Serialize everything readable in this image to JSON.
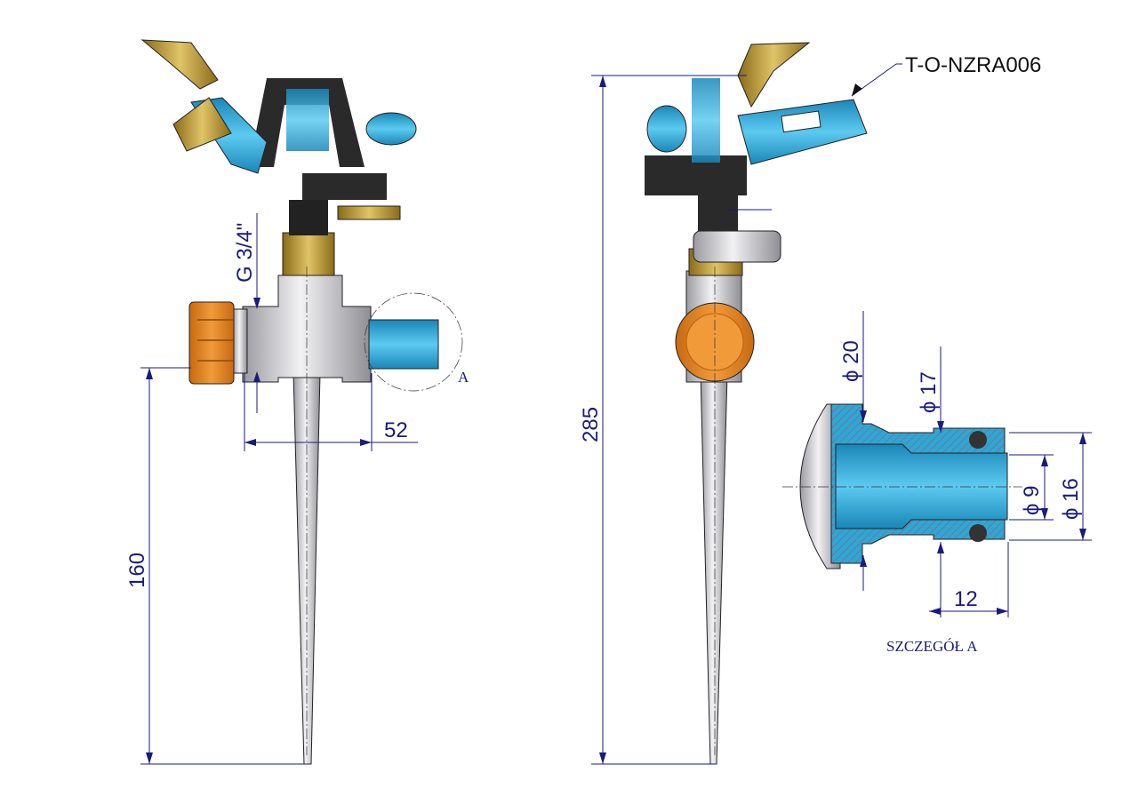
{
  "drawing": {
    "part_number": "T-O-NZRA006",
    "detail_title": "SZCZEGÓŁ A",
    "detail_marker": "A",
    "dimensions": {
      "thread": "G 3/4\"",
      "width_52": "52",
      "height_160": "160",
      "height_285": "285",
      "dia_20": "ϕ 20",
      "dia_17": "ϕ 17",
      "dia_9": "ϕ 9",
      "dia_16": "ϕ 16",
      "len_12": "12"
    },
    "colors": {
      "steel": "#c8c8cc",
      "brass": "#b8962e",
      "blue": "#2aa8d8",
      "orange": "#e08420",
      "black": "#2a2a2a",
      "dimension": "#1a1a80"
    }
  }
}
